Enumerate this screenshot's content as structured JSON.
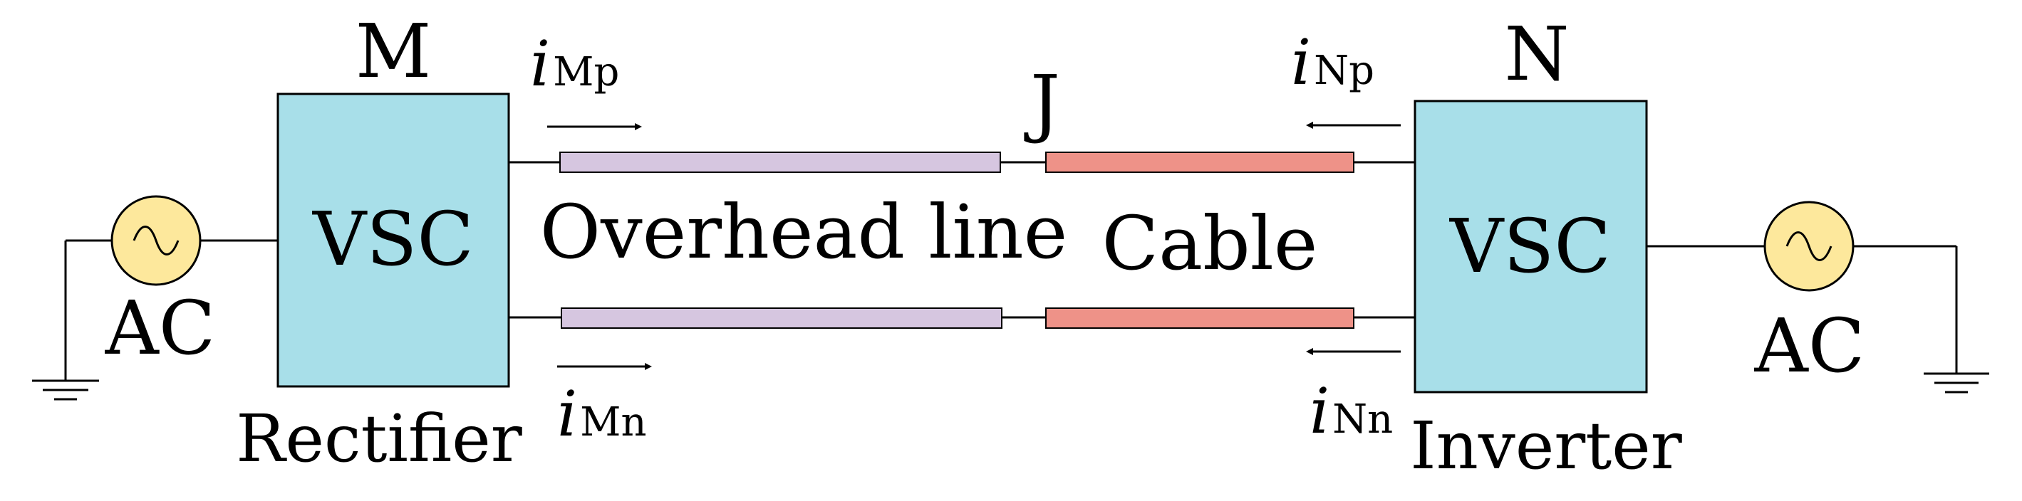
{
  "stations": {
    "left": {
      "letter": "M",
      "box_label": "VSC",
      "role": "Rectifier",
      "source": "AC"
    },
    "right": {
      "letter": "N",
      "box_label": "VSC",
      "role": "Inverter",
      "source": "AC"
    }
  },
  "junction": "J",
  "segments": {
    "overhead": {
      "label": "Overhead line",
      "color": "#d6c6e0"
    },
    "cable": {
      "label": "Cable",
      "color": "#ee9288"
    }
  },
  "currents": {
    "iMp": {
      "symbol": "i",
      "sub": "Mp"
    },
    "iMn": {
      "symbol": "i",
      "sub": "Mn"
    },
    "iNp": {
      "symbol": "i",
      "sub": "Np"
    },
    "iNn": {
      "symbol": "i",
      "sub": "Nn"
    }
  },
  "colors": {
    "converter_fill": "#a8dfe9",
    "source_fill": "#fde89c"
  }
}
